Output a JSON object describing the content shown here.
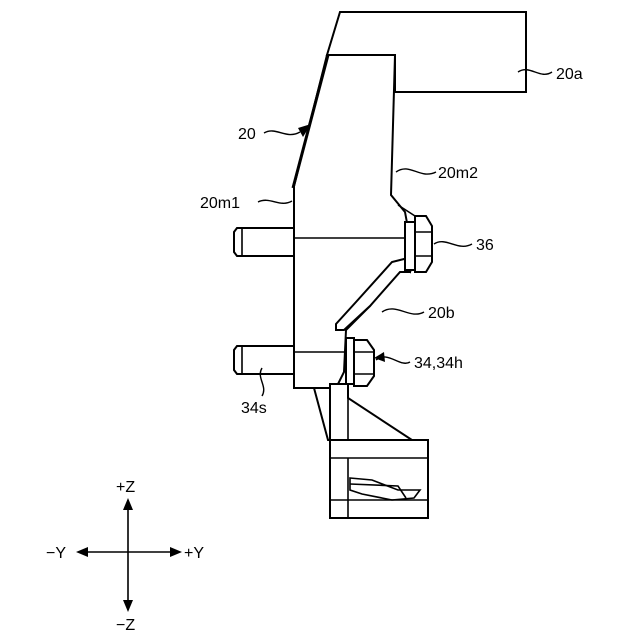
{
  "labels": {
    "ref_20a": "20a",
    "ref_20": "20",
    "ref_20m2": "20m2",
    "ref_20m1": "20m1",
    "ref_36": "36",
    "ref_20b": "20b",
    "ref_34_34h": "34,34h",
    "ref_34s": "34s"
  },
  "axes": {
    "plus_z": "+Z",
    "minus_z": "−Z",
    "plus_y": "+Y",
    "minus_y": "−Y"
  }
}
